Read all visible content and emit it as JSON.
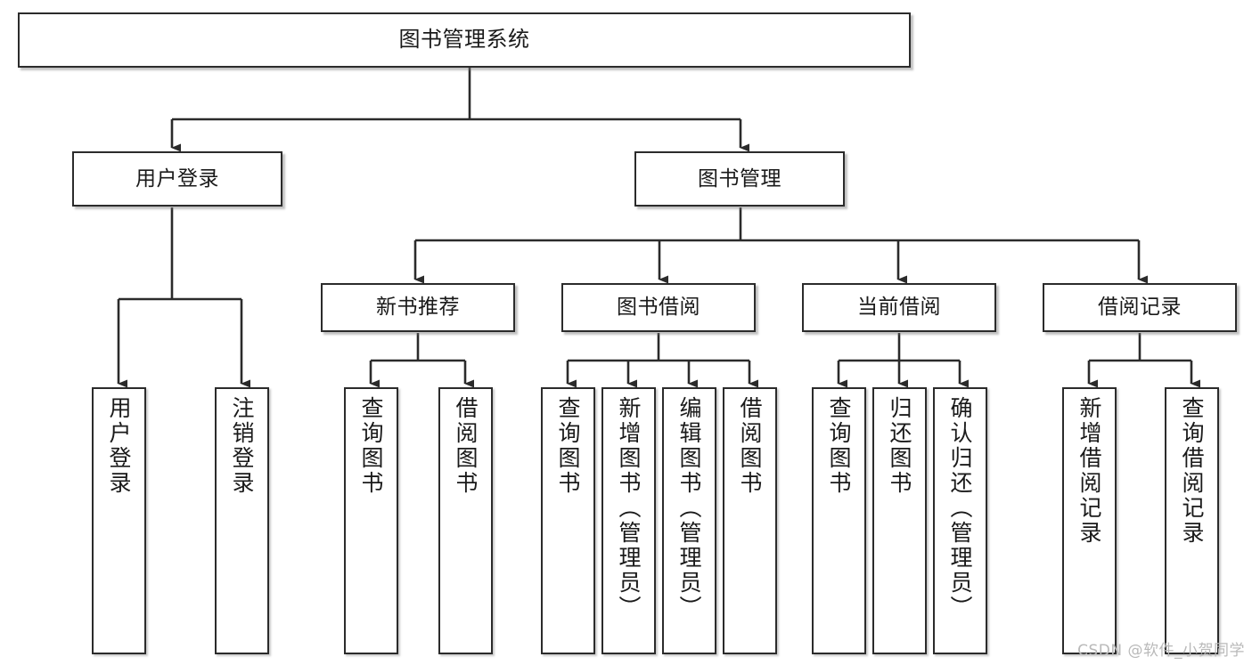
{
  "diagram": {
    "title": "图书管理系统",
    "type": "tree-hierarchy-chart",
    "root": {
      "label": "图书管理系统"
    },
    "level1": [
      {
        "label": "用户登录"
      },
      {
        "label": "图书管理"
      }
    ],
    "level2": [
      {
        "label": "新书推荐"
      },
      {
        "label": "图书借阅"
      },
      {
        "label": "当前借阅"
      },
      {
        "label": "借阅记录"
      }
    ],
    "leaves": [
      {
        "label": "用户登录"
      },
      {
        "label": "注销登录"
      },
      {
        "label": "查询图书"
      },
      {
        "label": "借阅图书"
      },
      {
        "label": "查询图书"
      },
      {
        "label": "新增图书（管理员）"
      },
      {
        "label": "编辑图书（管理员）"
      },
      {
        "label": "借阅图书"
      },
      {
        "label": "查询图书"
      },
      {
        "label": "归还图书"
      },
      {
        "label": "确认归还（管理员）"
      },
      {
        "label": "新增借阅记录"
      },
      {
        "label": "查询借阅记录"
      }
    ]
  },
  "watermark": {
    "text": "CSDN @软件_小贺同学"
  },
  "colors": {
    "stroke": "#2b2b2b",
    "fill": "#ffffff",
    "text": "#1a1a1a",
    "watermark": "#b9b9b9",
    "shadow": "#787878"
  }
}
